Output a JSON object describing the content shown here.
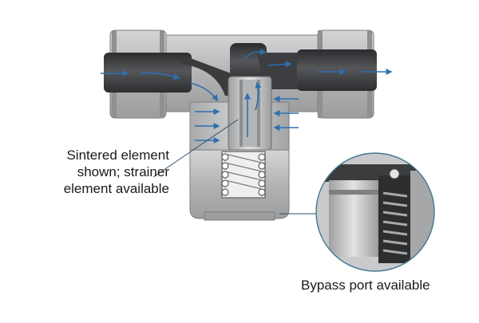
{
  "callouts": {
    "sintered": {
      "lines": [
        "Sintered element",
        "shown; strainer",
        "element available"
      ]
    },
    "bypass": {
      "text": "Bypass port available"
    }
  },
  "colors": {
    "body_metal": "#b9babb",
    "body_dark": "#8d8e90",
    "hose": "#3a3b3d",
    "flow_arrow": "#2f6fb0",
    "leader_line": "#2a4f6e",
    "detail_circle_ring": "#3f7a8e",
    "element": "#d6d7d9"
  },
  "icons": {
    "flow": "flow-arrow-icon",
    "spring": "spring-coil-icon"
  }
}
